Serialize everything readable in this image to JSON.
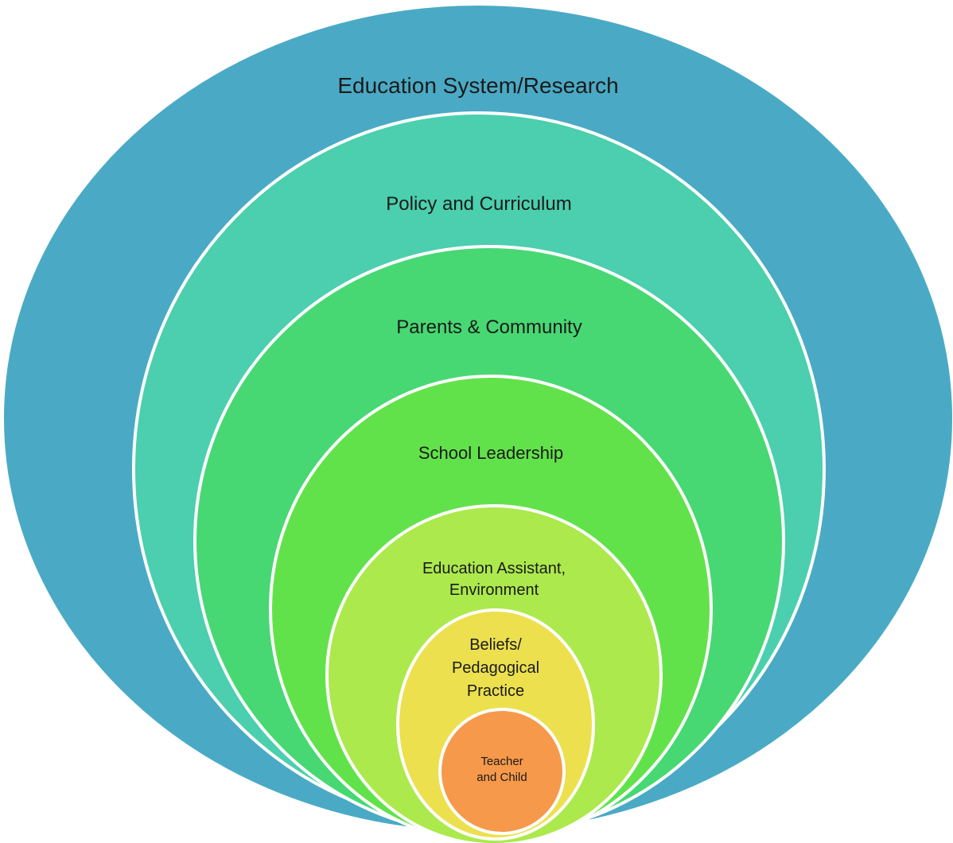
{
  "diagram": {
    "type": "nested-layers",
    "layers": [
      {
        "id": "education-system-research",
        "lines": [
          "Education System/Research"
        ],
        "color": "#4aaac5"
      },
      {
        "id": "policy-and-curriculum",
        "lines": [
          "Policy and Curriculum"
        ],
        "color": "#4bcfae"
      },
      {
        "id": "parents-and-community",
        "lines": [
          "Parents & Community"
        ],
        "color": "#47d873"
      },
      {
        "id": "school-leadership",
        "lines": [
          "School Leadership"
        ],
        "color": "#62e24a"
      },
      {
        "id": "education-assistant-environment",
        "lines": [
          "Education Assistant,",
          "Environment"
        ],
        "color": "#ace94c"
      },
      {
        "id": "beliefs-pedagogical-practice",
        "lines": [
          "Beliefs/",
          "Pedagogical",
          "Practice"
        ],
        "color": "#ece04f"
      },
      {
        "id": "teacher-and-child",
        "lines": [
          "Teacher",
          "and Child"
        ],
        "color": "#f6994b"
      }
    ]
  }
}
